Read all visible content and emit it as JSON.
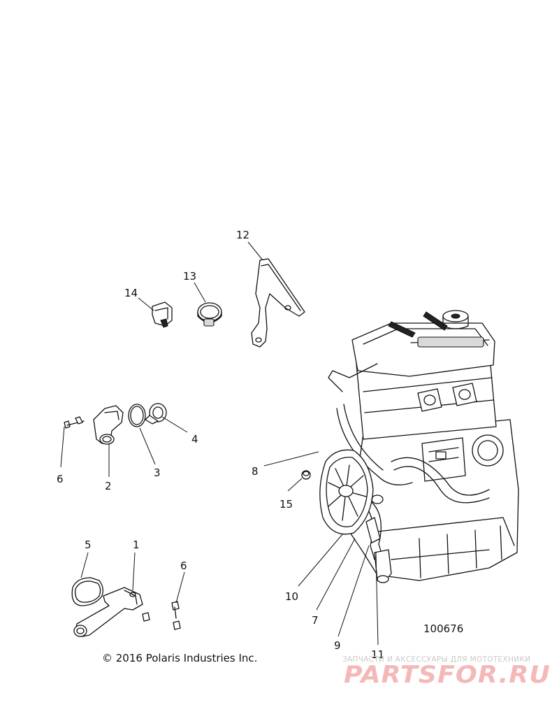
{
  "callouts": {
    "c1": "1",
    "c2": "2",
    "c3": "3",
    "c4": "4",
    "c5": "5",
    "c6a": "6",
    "c6b": "6",
    "c7": "7",
    "c8": "8",
    "c9": "9",
    "c10": "10",
    "c11": "11",
    "c12": "12",
    "c13": "13",
    "c14": "14",
    "c15": "15"
  },
  "figure_number": "100676",
  "copyright": "© 2016 Polaris Industries Inc.",
  "watermark": {
    "tagline": "ЗАПЧАСТИ И АКСЕССУАРЫ ДЛЯ МОТОТЕХНИКИ",
    "logo": "PARTSFOR.RU"
  }
}
